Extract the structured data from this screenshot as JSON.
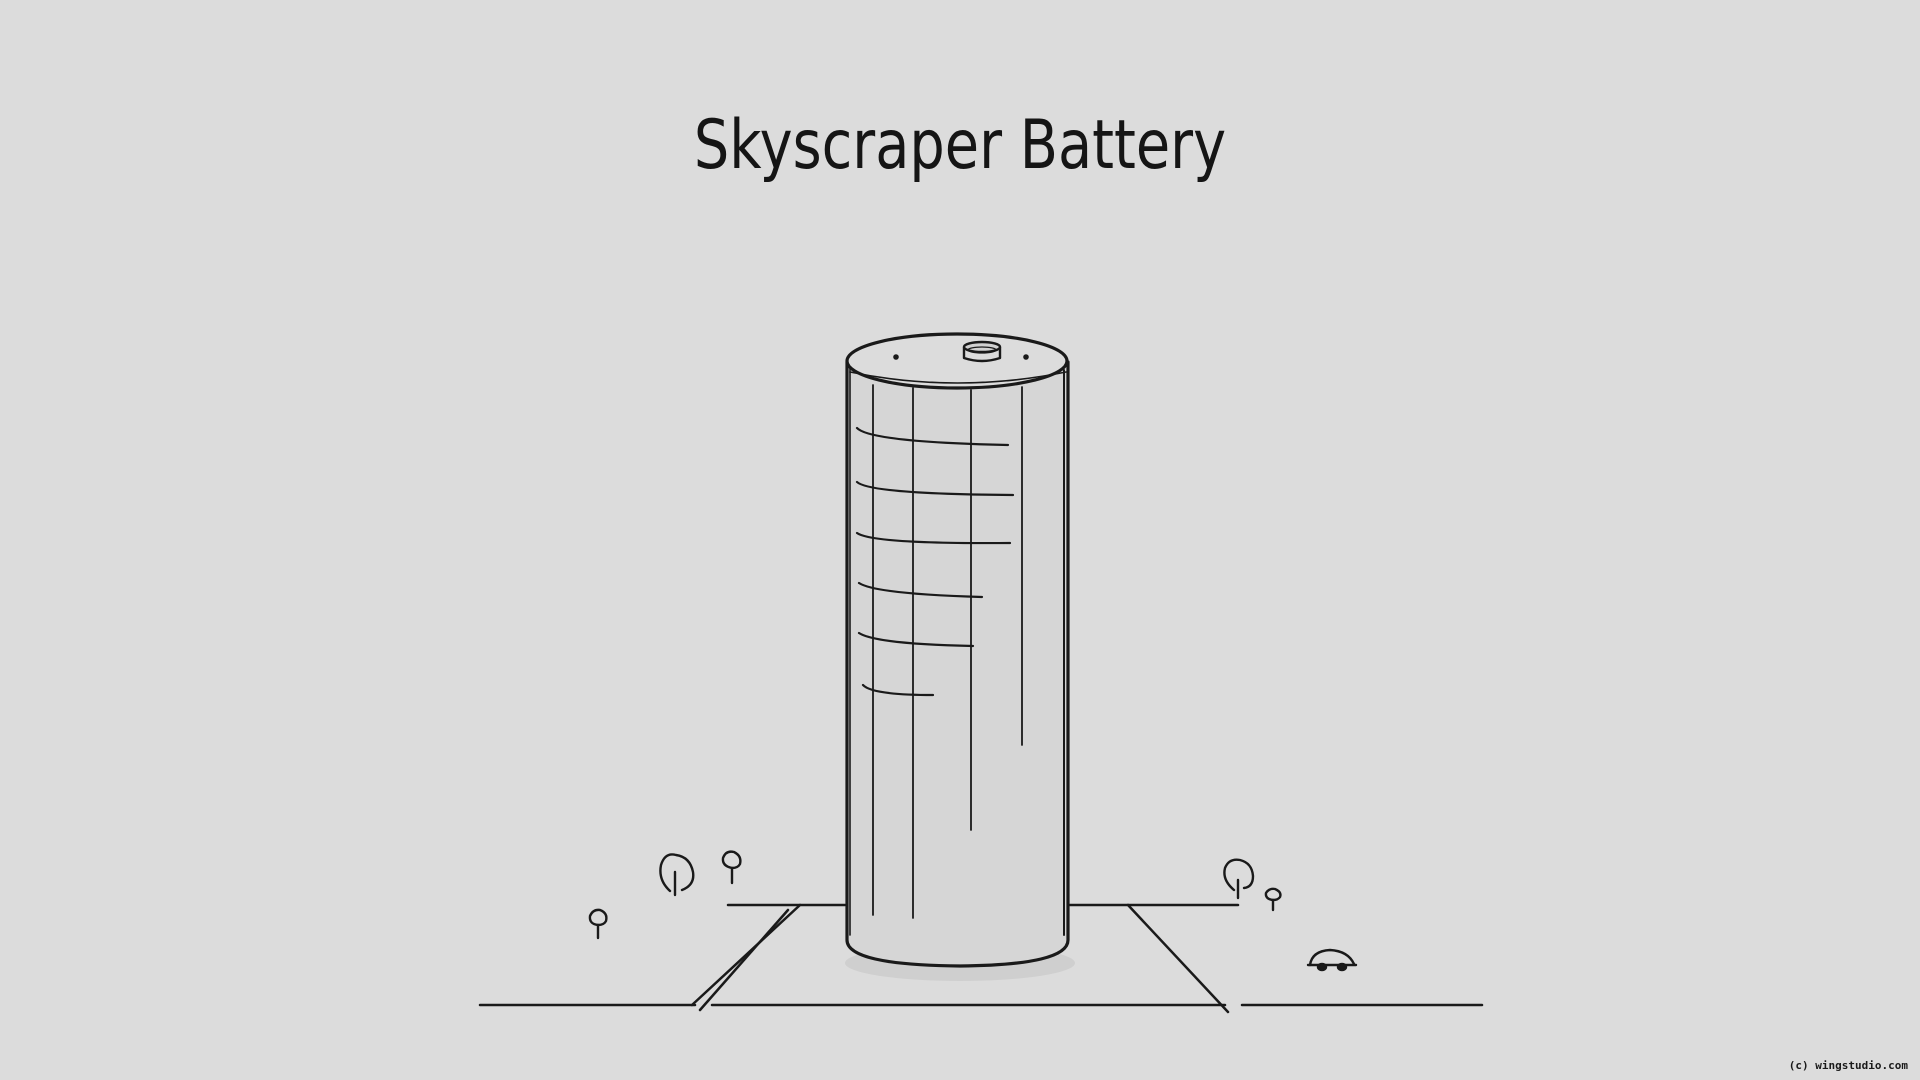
{
  "title": "Skyscraper Battery",
  "credit": "(c) wingstudio.com",
  "colors": {
    "background": "#dcdcdc",
    "ink": "#1a1a1a"
  },
  "illustration": {
    "subject": "battery-shaped-tower-sketch",
    "elements": [
      "battery-tower",
      "battery-terminal",
      "window-grid",
      "ground-line",
      "plaza",
      "trees",
      "car"
    ]
  }
}
